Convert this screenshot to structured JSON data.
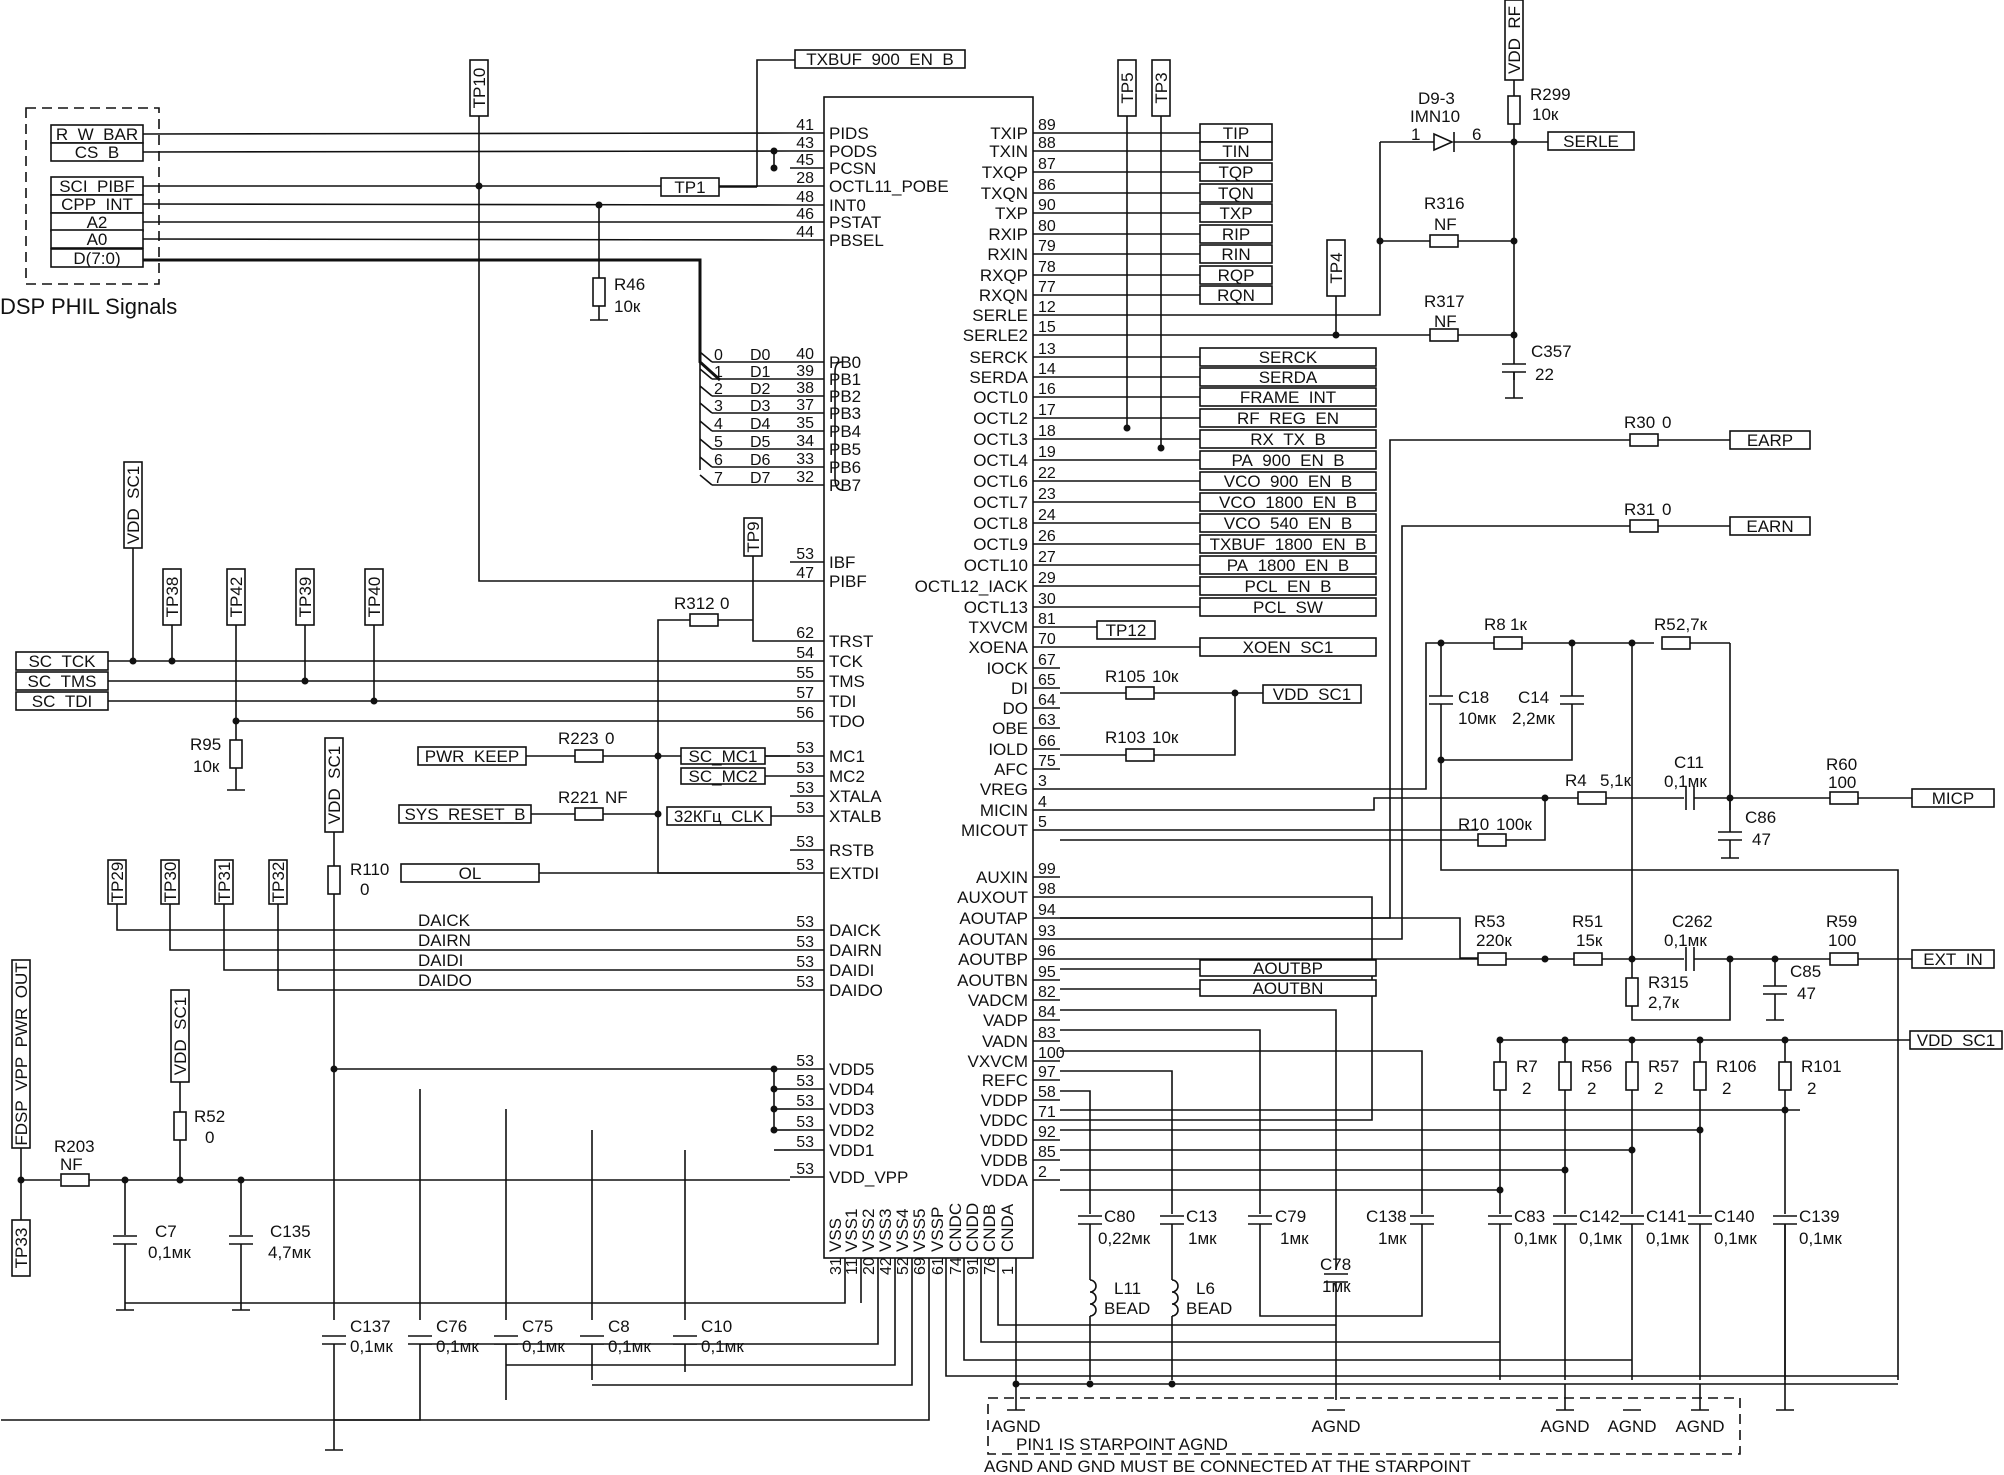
{
  "ic": {
    "left_pins": [
      {
        "num": "41",
        "name": "PIDS"
      },
      {
        "num": "43",
        "name": "PODS"
      },
      {
        "num": "45",
        "name": "PCSN"
      },
      {
        "num": "28",
        "name": "OCTL11_POBE"
      },
      {
        "num": "48",
        "name": "INT0"
      },
      {
        "num": "46",
        "name": "PSTAT"
      },
      {
        "num": "44",
        "name": "PBSEL"
      },
      {
        "num": "40",
        "name": "PB0"
      },
      {
        "num": "39",
        "name": "PB1"
      },
      {
        "num": "38",
        "name": "PB2"
      },
      {
        "num": "37",
        "name": "PB3"
      },
      {
        "num": "35",
        "name": "PB4"
      },
      {
        "num": "34",
        "name": "PB5"
      },
      {
        "num": "33",
        "name": "PB6"
      },
      {
        "num": "32",
        "name": "PB7"
      },
      {
        "num": "53",
        "name": "IBF"
      },
      {
        "num": "47",
        "name": "PIBF"
      },
      {
        "num": "62",
        "name": "TRST"
      },
      {
        "num": "54",
        "name": "TCK"
      },
      {
        "num": "55",
        "name": "TMS"
      },
      {
        "num": "57",
        "name": "TDI"
      },
      {
        "num": "56",
        "name": "TDO"
      },
      {
        "num": "53",
        "name": "MC1"
      },
      {
        "num": "53",
        "name": "MC2"
      },
      {
        "num": "53",
        "name": "XTALA"
      },
      {
        "num": "53",
        "name": "XTALB"
      },
      {
        "num": "53",
        "name": "RSTB"
      },
      {
        "num": "53",
        "name": "EXTDI"
      },
      {
        "num": "53",
        "name": "DAICK"
      },
      {
        "num": "53",
        "name": "DAIRN"
      },
      {
        "num": "53",
        "name": "DAIDI"
      },
      {
        "num": "53",
        "name": "DAIDO"
      },
      {
        "num": "53",
        "name": "VDD5"
      },
      {
        "num": "53",
        "name": "VDD4"
      },
      {
        "num": "53",
        "name": "VDD3"
      },
      {
        "num": "53",
        "name": "VDD2"
      },
      {
        "num": "53",
        "name": "VDD1"
      },
      {
        "num": "53",
        "name": "VDD_VPP"
      }
    ],
    "right_pins": [
      {
        "num": "89",
        "name": "TXIP"
      },
      {
        "num": "88",
        "name": "TXIN"
      },
      {
        "num": "87",
        "name": "TXQP"
      },
      {
        "num": "86",
        "name": "TXQN"
      },
      {
        "num": "90",
        "name": "TXP"
      },
      {
        "num": "80",
        "name": "RXIP"
      },
      {
        "num": "79",
        "name": "RXIN"
      },
      {
        "num": "78",
        "name": "RXQP"
      },
      {
        "num": "77",
        "name": "RXQN"
      },
      {
        "num": "12",
        "name": "SERLE"
      },
      {
        "num": "15",
        "name": "SERLE2"
      },
      {
        "num": "13",
        "name": "SERCK"
      },
      {
        "num": "14",
        "name": "SERDA"
      },
      {
        "num": "16",
        "name": "OCTL0"
      },
      {
        "num": "17",
        "name": "OCTL2"
      },
      {
        "num": "18",
        "name": "OCTL3"
      },
      {
        "num": "19",
        "name": "OCTL4"
      },
      {
        "num": "22",
        "name": "OCTL6"
      },
      {
        "num": "23",
        "name": "OCTL7"
      },
      {
        "num": "24",
        "name": "OCTL8"
      },
      {
        "num": "26",
        "name": "OCTL9"
      },
      {
        "num": "27",
        "name": "OCTL10"
      },
      {
        "num": "29",
        "name": "OCTL12_IACK"
      },
      {
        "num": "30",
        "name": "OCTL13"
      },
      {
        "num": "81",
        "name": "TXVCM"
      },
      {
        "num": "70",
        "name": "XOENA"
      },
      {
        "num": "67",
        "name": "IOCK"
      },
      {
        "num": "65",
        "name": "DI"
      },
      {
        "num": "64",
        "name": "DO"
      },
      {
        "num": "63",
        "name": "OBE"
      },
      {
        "num": "66",
        "name": "IOLD"
      },
      {
        "num": "75",
        "name": "AFC"
      },
      {
        "num": "3",
        "name": "VREG"
      },
      {
        "num": "4",
        "name": "MICIN"
      },
      {
        "num": "5",
        "name": "MICOUT"
      },
      {
        "num": "99",
        "name": "AUXIN"
      },
      {
        "num": "98",
        "name": "AUXOUT"
      },
      {
        "num": "94",
        "name": "AOUTAP"
      },
      {
        "num": "93",
        "name": "AOUTAN"
      },
      {
        "num": "96",
        "name": "AOUTBP"
      },
      {
        "num": "95",
        "name": "AOUTBN"
      },
      {
        "num": "82",
        "name": "VADCM"
      },
      {
        "num": "84",
        "name": "VADP"
      },
      {
        "num": "83",
        "name": "VADN"
      },
      {
        "num": "100",
        "name": "VXVCM"
      },
      {
        "num": "97",
        "name": "REFC"
      },
      {
        "num": "58",
        "name": "VDDP"
      },
      {
        "num": "71",
        "name": "VDDC"
      },
      {
        "num": "92",
        "name": "VDDD"
      },
      {
        "num": "85",
        "name": "VDDB"
      },
      {
        "num": "2",
        "name": "VDDA"
      }
    ],
    "bottom_pins": [
      {
        "num": "31",
        "name": "VSS"
      },
      {
        "num": "11",
        "name": "VSS1"
      },
      {
        "num": "20",
        "name": "VSS2"
      },
      {
        "num": "42",
        "name": "VSS3"
      },
      {
        "num": "52",
        "name": "VSS4"
      },
      {
        "num": "69",
        "name": "VSS5"
      },
      {
        "num": "61",
        "name": "VSSP"
      },
      {
        "num": "74",
        "name": "CNDC"
      },
      {
        "num": "91",
        "name": "CNDD"
      },
      {
        "num": "76",
        "name": "CNDB"
      },
      {
        "num": "1",
        "name": "CNDA"
      }
    ]
  },
  "dsp": {
    "title": "DSP PHIL Signals",
    "signals": [
      "R_W_BAR",
      "CS_B",
      "SCI_PIBF",
      "CPP_INT",
      "A2",
      "A0",
      "D(7:0)"
    ]
  },
  "data_bus": [
    {
      "bit": "0",
      "name": "D0"
    },
    {
      "bit": "1",
      "name": "D1"
    },
    {
      "bit": "2",
      "name": "D2"
    },
    {
      "bit": "3",
      "name": "D3"
    },
    {
      "bit": "4",
      "name": "D4"
    },
    {
      "bit": "5",
      "name": "D5"
    },
    {
      "bit": "6",
      "name": "D6"
    },
    {
      "bit": "7",
      "name": "D7"
    }
  ],
  "net_labels": {
    "txbuf": "TXBUF_900_EN_B",
    "rf_nets": [
      "TIP",
      "TIN",
      "TQP",
      "TQN",
      "TXP",
      "RIP",
      "RIN",
      "RQP",
      "RQN"
    ],
    "serle": "SERLE",
    "ctrl_nets": [
      "SERCK",
      "SERDA",
      "FRAME_INT",
      "RF_REG_EN",
      "RX_TX_B",
      "PA_900_EN_B",
      "VCO_900_EN_B",
      "VCO_1800_EN_B",
      "VCO_540_EN_B",
      "TXBUF_1800_EN_B",
      "PA_1800_EN_B",
      "PCL_EN_B",
      "PCL_SW"
    ],
    "xoen": "XOEN_SC1",
    "vdd_sc1": "VDD_SC1",
    "earp": "EARP",
    "earn": "EARN",
    "micp": "MICP",
    "ext_in": "EXT_IN",
    "aoutbp": "AOUTBP",
    "aoutbn": "AOUTBN",
    "sc_tck": "SC_TCK",
    "sc_tms": "SC_TMS",
    "sc_tdi": "SC_TDI",
    "pwr_keep": "PWR_KEEP",
    "sc_mc1": "SC_MC1",
    "sc_mc2": "SC_MC2",
    "sys_reset": "SYS_RESET_B",
    "clk32": "32КГц_CLK",
    "ol": "OL",
    "dai": [
      "DAICK",
      "DAIRN",
      "DAIDI",
      "DAIDO"
    ],
    "vdd_rf": "VDD_RF",
    "fdsp": "FDSP_VPP_PWR_OUT",
    "vdd_sc1_v": "VDD_SC1"
  },
  "test_points": {
    "tp1": "TP1",
    "tp3": "TP3",
    "tp4": "TP4",
    "tp5": "TP5",
    "tp9": "TP9",
    "tp10": "TP10",
    "tp12": "TP12",
    "tp29": "TP29",
    "tp30": "TP30",
    "tp31": "TP31",
    "tp32": "TP32",
    "tp33": "TP33",
    "tp38": "TP38",
    "tp39": "TP39",
    "tp40": "TP40",
    "tp42": "TP42"
  },
  "components": {
    "r46": {
      "ref": "R46",
      "value": "10к"
    },
    "r312": {
      "ref": "R312",
      "value": "0"
    },
    "r95": {
      "ref": "R95",
      "value": "10к"
    },
    "r223": {
      "ref": "R223",
      "value": "0"
    },
    "r221": {
      "ref": "R221",
      "value": "NF"
    },
    "r110": {
      "ref": "R110",
      "value": "0"
    },
    "r52": {
      "ref": "R52",
      "value": "0"
    },
    "r203": {
      "ref": "R203",
      "value": "NF"
    },
    "c7": {
      "ref": "C7",
      "value": "0,1мк"
    },
    "c135": {
      "ref": "C135",
      "value": "4,7мк"
    },
    "c137": {
      "ref": "C137",
      "value": "0,1мк"
    },
    "c76": {
      "ref": "C76",
      "value": "0,1мк"
    },
    "c75": {
      "ref": "C75",
      "value": "0,1мк"
    },
    "c8": {
      "ref": "C8",
      "value": "0,1мк"
    },
    "c10": {
      "ref": "C10",
      "value": "0,1мк"
    },
    "d9": {
      "ref": "D9-3",
      "value": "IMN10",
      "pin1": "1",
      "pin6": "6"
    },
    "r299": {
      "ref": "R299",
      "value": "10к"
    },
    "r316": {
      "ref": "R316",
      "value": "NF"
    },
    "r317": {
      "ref": "R317",
      "value": "NF"
    },
    "c357": {
      "ref": "C357",
      "value": "22"
    },
    "r30": {
      "ref": "R30",
      "value": "0"
    },
    "r31": {
      "ref": "R31",
      "value": "0"
    },
    "r105": {
      "ref": "R105",
      "value": "10к"
    },
    "r103": {
      "ref": "R103",
      "value": "10к"
    },
    "r8": {
      "ref": "R8",
      "value": "1к"
    },
    "r5": {
      "ref": "R5",
      "value": "2,7к"
    },
    "c18": {
      "ref": "C18",
      "value": "10мк"
    },
    "c14": {
      "ref": "C14",
      "value": "2,2мк"
    },
    "r4": {
      "ref": "R4",
      "value": "5,1к"
    },
    "c11": {
      "ref": "C11",
      "value": "0,1мк"
    },
    "r60": {
      "ref": "R60",
      "value": "100"
    },
    "c86": {
      "ref": "C86",
      "value": "47"
    },
    "r10": {
      "ref": "R10",
      "value": "100к"
    },
    "r53": {
      "ref": "R53",
      "value": "220к"
    },
    "r51": {
      "ref": "R51",
      "value": "15к"
    },
    "c262": {
      "ref": "C262",
      "value": "0,1мк"
    },
    "r59": {
      "ref": "R59",
      "value": "100"
    },
    "c85": {
      "ref": "C85",
      "value": "47"
    },
    "r315": {
      "ref": "R315",
      "value": "2,7к"
    },
    "r7": {
      "ref": "R7",
      "value": "2"
    },
    "r56": {
      "ref": "R56",
      "value": "2"
    },
    "r57": {
      "ref": "R57",
      "value": "2"
    },
    "r106": {
      "ref": "R106",
      "value": "2"
    },
    "r101": {
      "ref": "R101",
      "value": "2"
    },
    "c80": {
      "ref": "C80",
      "value": "0,22мк"
    },
    "c13": {
      "ref": "C13",
      "value": "1мк"
    },
    "c79": {
      "ref": "C79",
      "value": "1мк"
    },
    "c138": {
      "ref": "C138",
      "value": "1мк"
    },
    "c78": {
      "ref": "C78",
      "value": "1мк"
    },
    "c83": {
      "ref": "C83",
      "value": "0,1мк"
    },
    "c142": {
      "ref": "C142",
      "value": "0,1мк"
    },
    "c141": {
      "ref": "C141",
      "value": "0,1мк"
    },
    "c140": {
      "ref": "C140",
      "value": "0,1мк"
    },
    "c139": {
      "ref": "C139",
      "value": "0,1мк"
    },
    "l11": {
      "ref": "L11",
      "value": "BEAD"
    },
    "l6": {
      "ref": "L6",
      "value": "BEAD"
    }
  },
  "agnd_labels": [
    "AGND",
    "AGND",
    "AGND",
    "AGND",
    "AGND"
  ],
  "notes": {
    "pin1": "PIN1 IS STARPOINT AGND",
    "starpoint": "AGND  AND GND MUST BE CONNECTED AT THE STARPOINT"
  }
}
